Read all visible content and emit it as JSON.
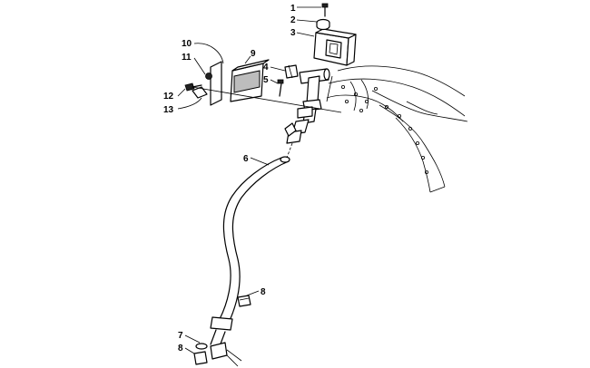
{
  "callouts": {
    "c1": "1",
    "c2": "2",
    "c3": "3",
    "c4": "4",
    "c5": "5",
    "c6": "6",
    "c7": "7",
    "c8a": "8",
    "c8b": "8",
    "c9": "9",
    "c10": "10",
    "c11": "11",
    "c12": "12",
    "c13": "13"
  },
  "colors": {
    "line": "#000000",
    "background": "#ffffff",
    "shade": "#bdbdbd"
  }
}
